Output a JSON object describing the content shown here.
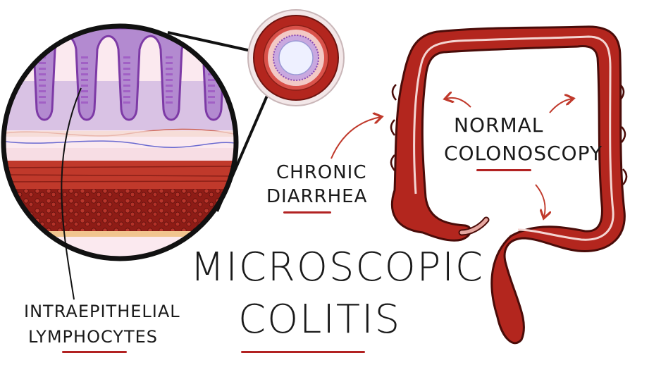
{
  "title": {
    "line1": "MICROSCOPIC",
    "line2": "COLITIS"
  },
  "labels": {
    "diarrhea": {
      "line1": "CHRONIC",
      "line2": "DIARRHEA"
    },
    "colonoscopy": {
      "line1": "NORMAL",
      "line2": "COLONOSCOPY"
    },
    "lymphocytes": {
      "line1": "INTRAEPITHELIAL",
      "line2": "LYMPHOCYTES"
    }
  },
  "colors": {
    "underline": "#b22222",
    "colon": "#b3261e",
    "colon_dark": "#6e1410",
    "mucosa": "#b38ad0",
    "crypt": "#9a4fc0",
    "muscle": "#c0392b",
    "outline": "#111111",
    "arrow": "#c0392b"
  },
  "icons": [
    "tissue-cross-section",
    "colon-tube-cross-section",
    "large-intestine"
  ]
}
